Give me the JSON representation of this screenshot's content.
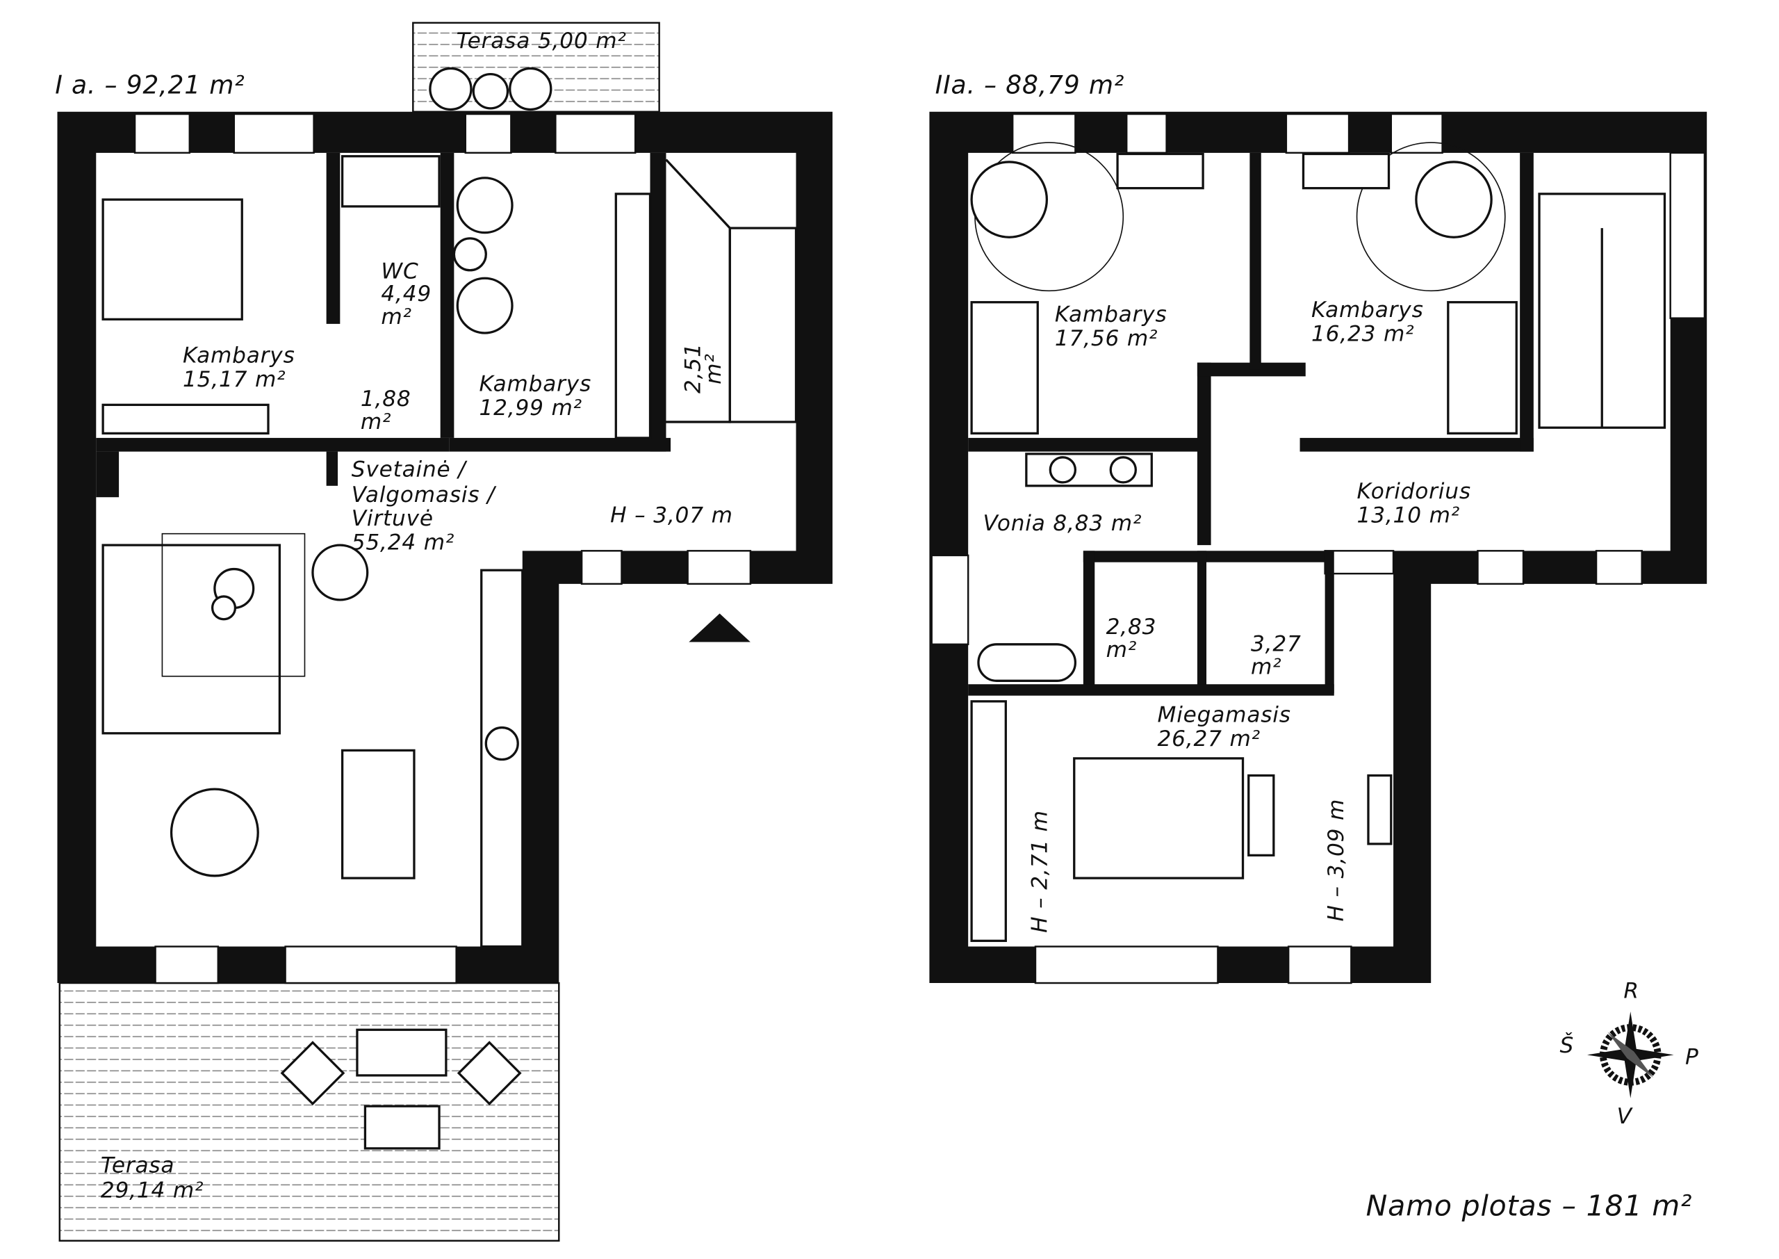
{
  "floor1": {
    "title": "I a. – 92,21 m²",
    "terrace_top": {
      "name": "Terasa",
      "area": "5,00 m²"
    },
    "bedroom_left": {
      "name": "Kambarys",
      "area": "15,17 m²"
    },
    "wc": {
      "name": "WC",
      "area": "4,49",
      "unit": "m²"
    },
    "hall_small": {
      "area": "1,88",
      "unit": "m²"
    },
    "bedroom_right": {
      "name": "Kambarys",
      "area": "12,99 m²"
    },
    "stair_closet": {
      "area": "2,51",
      "unit": "m²"
    },
    "living": {
      "line1": "Svetainė /",
      "line2": "Valgomasis /",
      "line3": "Virtuvė",
      "area": "55,24 m²"
    },
    "height": "H – 3,07 m",
    "terrace_bottom": {
      "name": "Terasa",
      "area": "29,14 m²"
    }
  },
  "floor2": {
    "title": "IIa. – 88,79 m²",
    "bedroom_a": {
      "name": "Kambarys",
      "area": "17,56 m²"
    },
    "bedroom_b": {
      "name": "Kambarys",
      "area": "16,23 m²"
    },
    "bathroom": {
      "name": "Vonia",
      "area": "8,83  m²"
    },
    "corridor": {
      "name": "Koridorius",
      "area": "13,10 m²"
    },
    "closet": {
      "area": "2,83",
      "unit": "m²"
    },
    "wc": {
      "area": "3,27",
      "unit": "m²"
    },
    "master": {
      "name": "Miegamasis",
      "area": "26,27 m²"
    },
    "height_left": "H – 2,71 m",
    "height_right": "H – 3,09 m"
  },
  "compass": {
    "north": "R",
    "west": "Š",
    "east": "P",
    "south": "V"
  },
  "total": "Namo plotas – 181 m²",
  "colors": {
    "wall": "#111111",
    "background": "#ffffff"
  }
}
